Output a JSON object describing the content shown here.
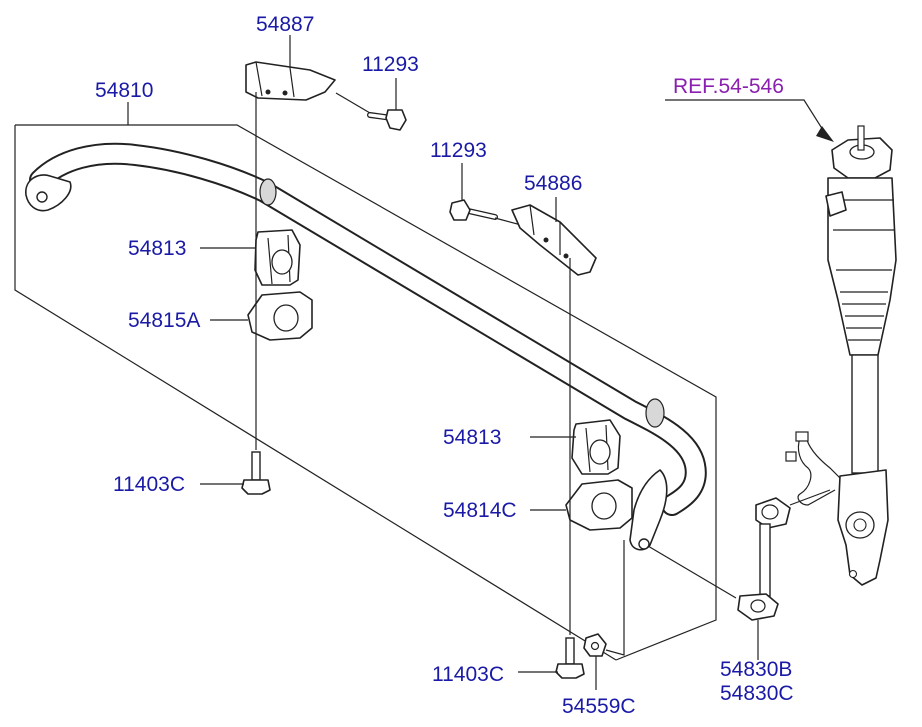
{
  "diagram": {
    "labels": {
      "bracket_upper": "54887",
      "bolt_upper": "11293",
      "stabilizer_bar": "54810",
      "bolt_mid": "11293",
      "bracket_mid": "54886",
      "bushing_left": "54813",
      "clamp_left": "54815A",
      "reference": "REF.54-546",
      "bushing_right": "54813",
      "bolt_lower_left": "11403C",
      "clamp_right": "54814C",
      "bolt_lower_right": "11403C",
      "nut": "54559C",
      "link_b": "54830B",
      "link_c": "54830C"
    },
    "colors": {
      "label": "#1a1aa6",
      "reference": "#8a1fb0",
      "line": "#222222"
    }
  }
}
